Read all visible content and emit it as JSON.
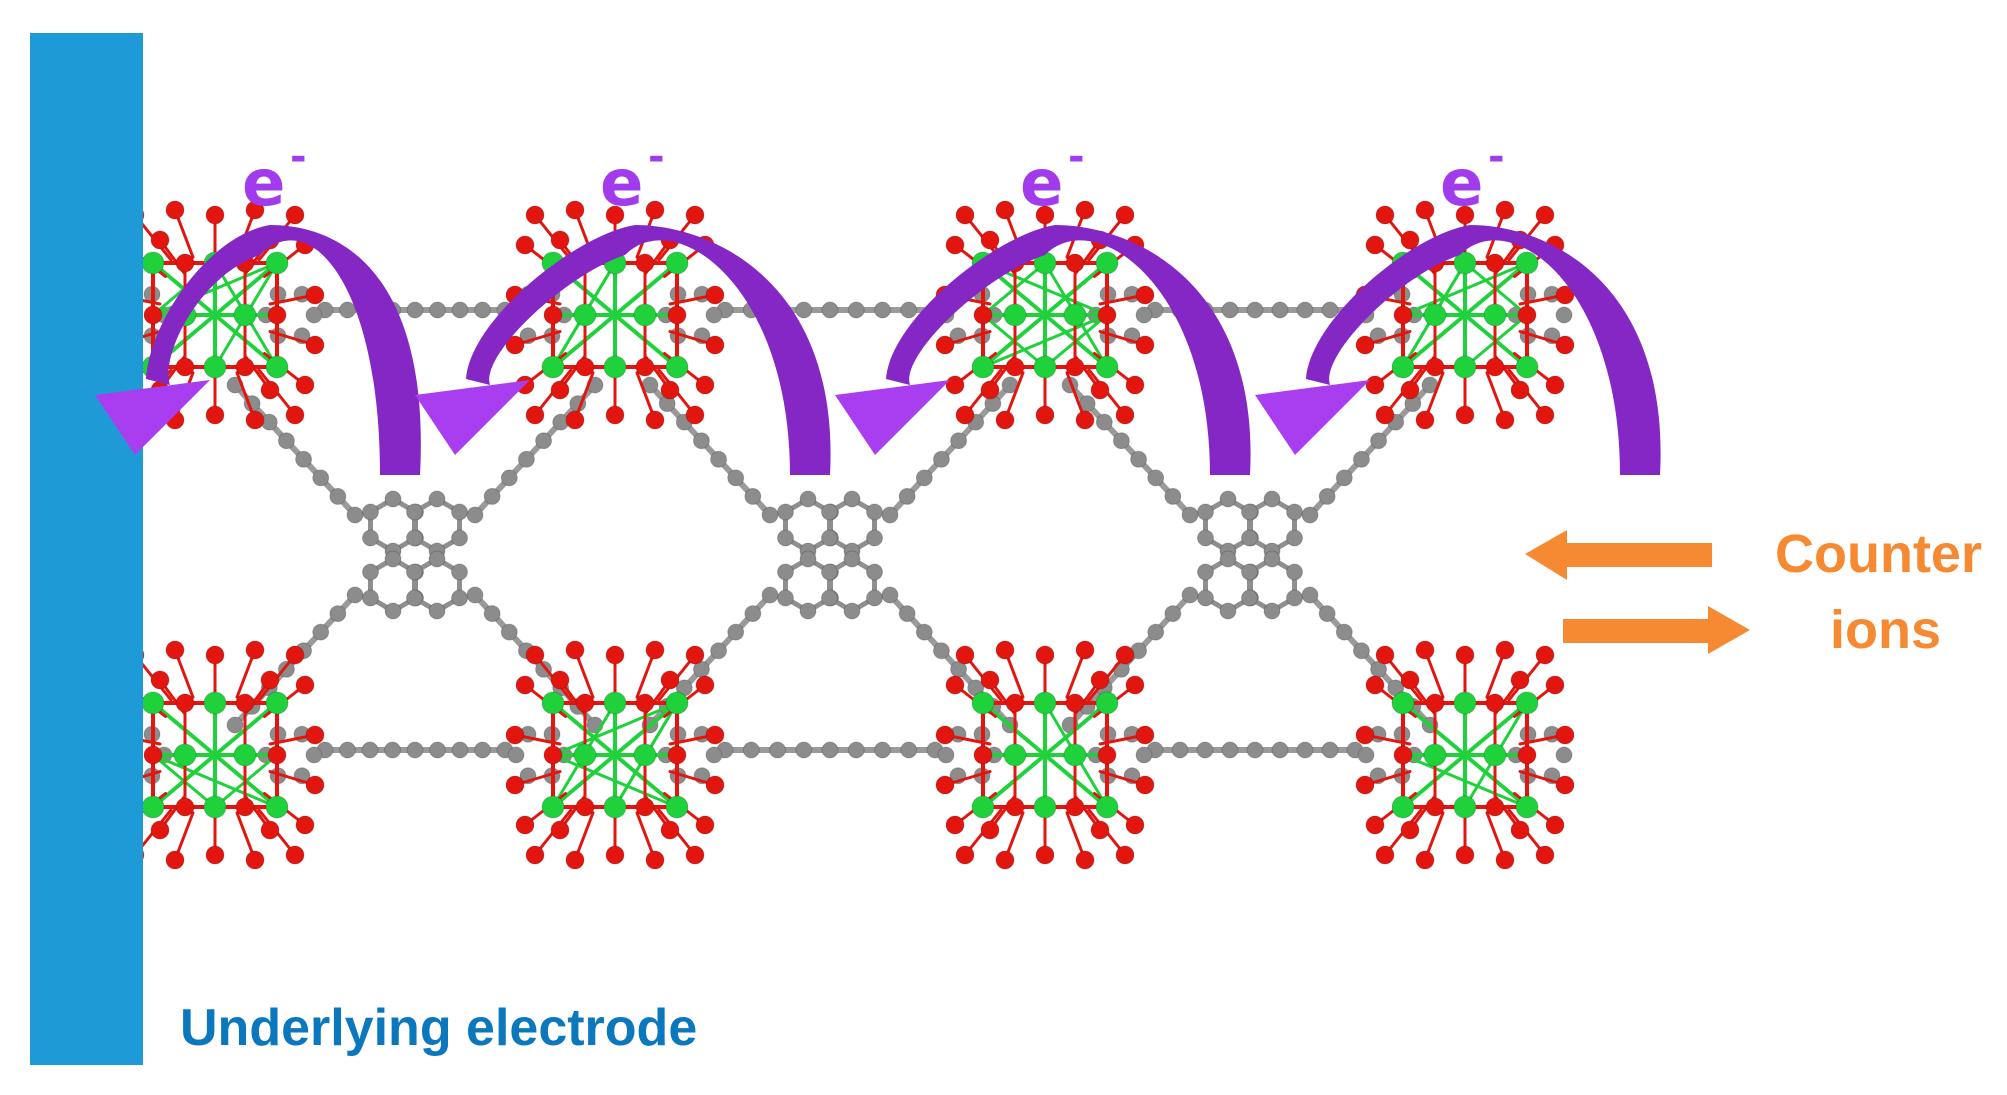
{
  "electron_label": {
    "symbol": "e",
    "charge": "-"
  },
  "counter_ions_label": {
    "line1": "Counter",
    "line2": "ions"
  },
  "electrode_label": "Underlying electrode",
  "colors": {
    "electrode": "#1E9BD7",
    "electrode_text": "#0B78BE",
    "electron": "#A23BEB",
    "arrow_dark": "#8527C4",
    "arrow_light": "#A93DF0",
    "counter_ions": "#F58A32",
    "metal_green": "#1FD13A",
    "oxygen_red": "#E3160F",
    "carbon_grey": "#8C8C8C"
  },
  "icons": [
    "electrode-bar",
    "hopping-arrow",
    "metal-cluster-node",
    "pyrene-linker",
    "double-arrow-icon"
  ]
}
